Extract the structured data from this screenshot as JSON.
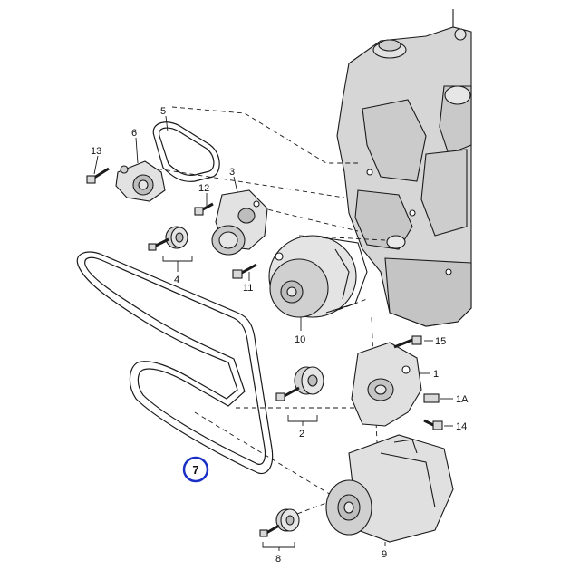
{
  "diagram": {
    "callouts": {
      "p1": "1",
      "p1a": "1A",
      "p2": "2",
      "p3": "3",
      "p4": "4",
      "p5": "5",
      "p6": "6",
      "p7": "7",
      "p8": "8",
      "p9": "9",
      "p10": "10",
      "p11": "11",
      "p12": "12",
      "p13": "13",
      "p14": "14",
      "p15": "15"
    },
    "highlighted_part": "7",
    "colors": {
      "line": "#1a1a1a",
      "part_fill": "#e6e6e6",
      "part_shade": "#bdbdbd",
      "engine_fill": "#d6d6d6",
      "highlight": "#1a2fc4"
    }
  }
}
